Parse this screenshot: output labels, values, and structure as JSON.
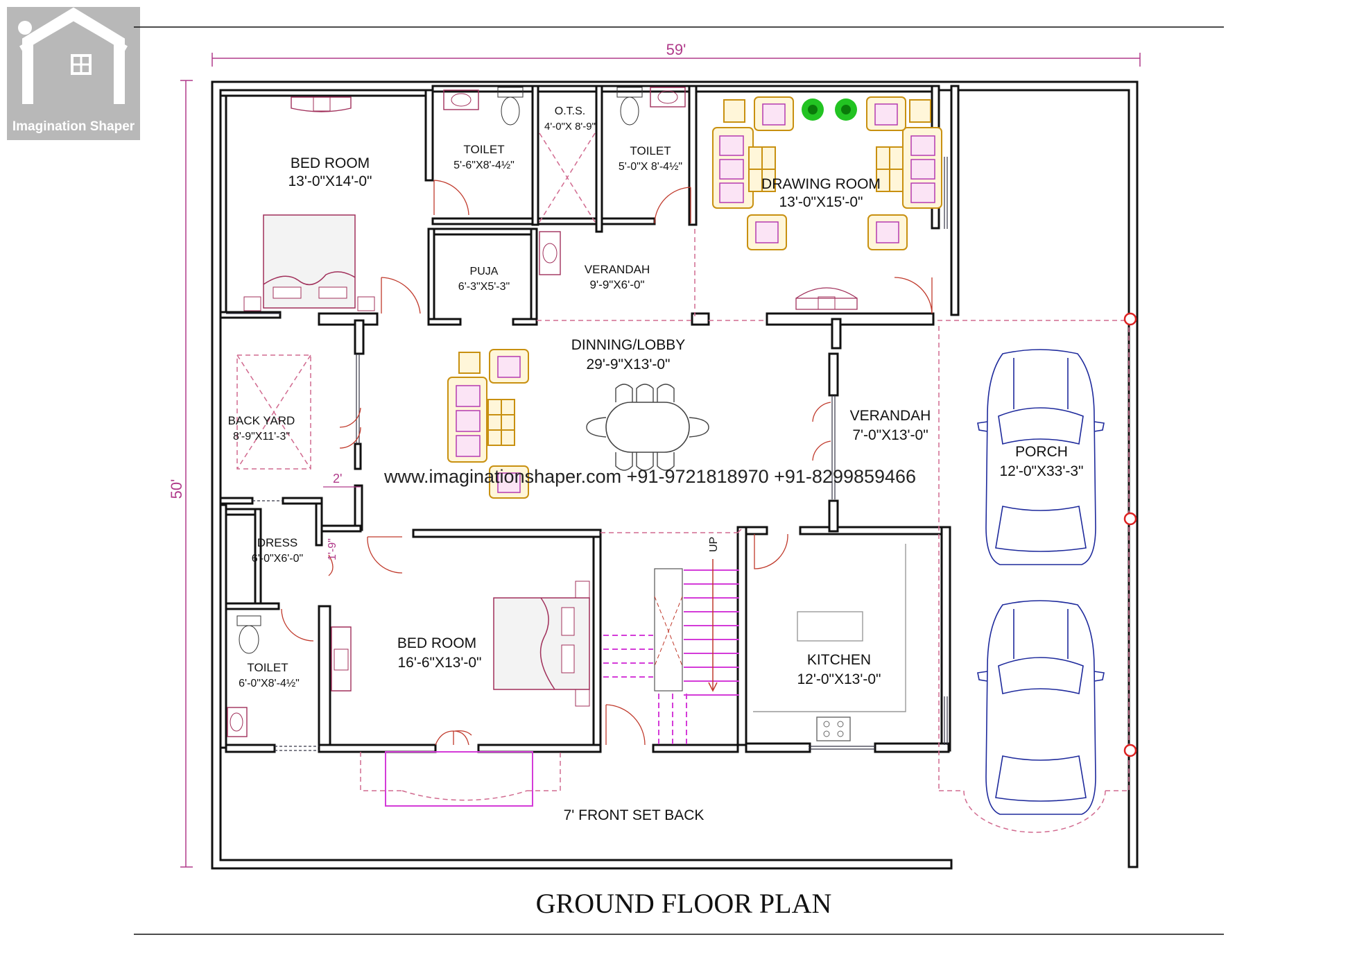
{
  "logo": {
    "brand": "Imagination Shaper"
  },
  "title": "GROUND FLOOR PLAN",
  "dimensions": {
    "width": "59'",
    "depth": "50'"
  },
  "watermark": "www.imaginationshaper.com +91-9721818970 +91-8299859466",
  "rooms": {
    "bedroom_top": {
      "name": "BED ROOM",
      "size": "13'-0\"X14'-0\""
    },
    "toilet_top_left": {
      "name": "TOILET",
      "size": "5'-6\"X8'-4½\""
    },
    "ots": {
      "name": "O.T.S.",
      "size": "4'-0\"X 8'-9\""
    },
    "toilet_top_right": {
      "name": "TOILET",
      "size": "5'-0\"X 8'-4½\""
    },
    "drawing_room": {
      "name": "DRAWING ROOM",
      "size": "13'-0\"X15'-0\""
    },
    "puja": {
      "name": "PUJA",
      "size": "6'-3\"X5'-3\""
    },
    "verandah_top": {
      "name": "VERANDAH",
      "size": "9'-9\"X6'-0\""
    },
    "dinning": {
      "name": "DINNING/LOBBY",
      "size": "29'-9\"X13'-0\""
    },
    "backyard": {
      "name": "BACK YARD",
      "size": "8'-9\"X11'-3\""
    },
    "verandah_right": {
      "name": "VERANDAH",
      "size": "7'-0\"X13'-0\""
    },
    "porch": {
      "name": "PORCH",
      "size": "12'-0\"X33'-3\""
    },
    "dress": {
      "name": "DRESS",
      "size": "6'-0\"X6'-0\""
    },
    "toilet_bottom": {
      "name": "TOILET",
      "size": "6'-0\"X8'-4½\""
    },
    "bedroom_bottom": {
      "name": "BED ROOM",
      "size": "16'-6\"X13'-0\""
    },
    "kitchen": {
      "name": "KITCHEN",
      "size": "12'-0\"X13'-0\""
    },
    "setback": {
      "name": "7' FRONT SET BACK"
    }
  },
  "annotations": {
    "gap_2": "2'",
    "gap_1_9": "1'-9\"",
    "stair_up": "UP"
  },
  "colors": {
    "wall": "#111111",
    "door": "#c0392b",
    "dimension": "#b03a8a",
    "furniture": "#c89010",
    "car": "#1e2a9c",
    "stair": "#d43bd8"
  }
}
